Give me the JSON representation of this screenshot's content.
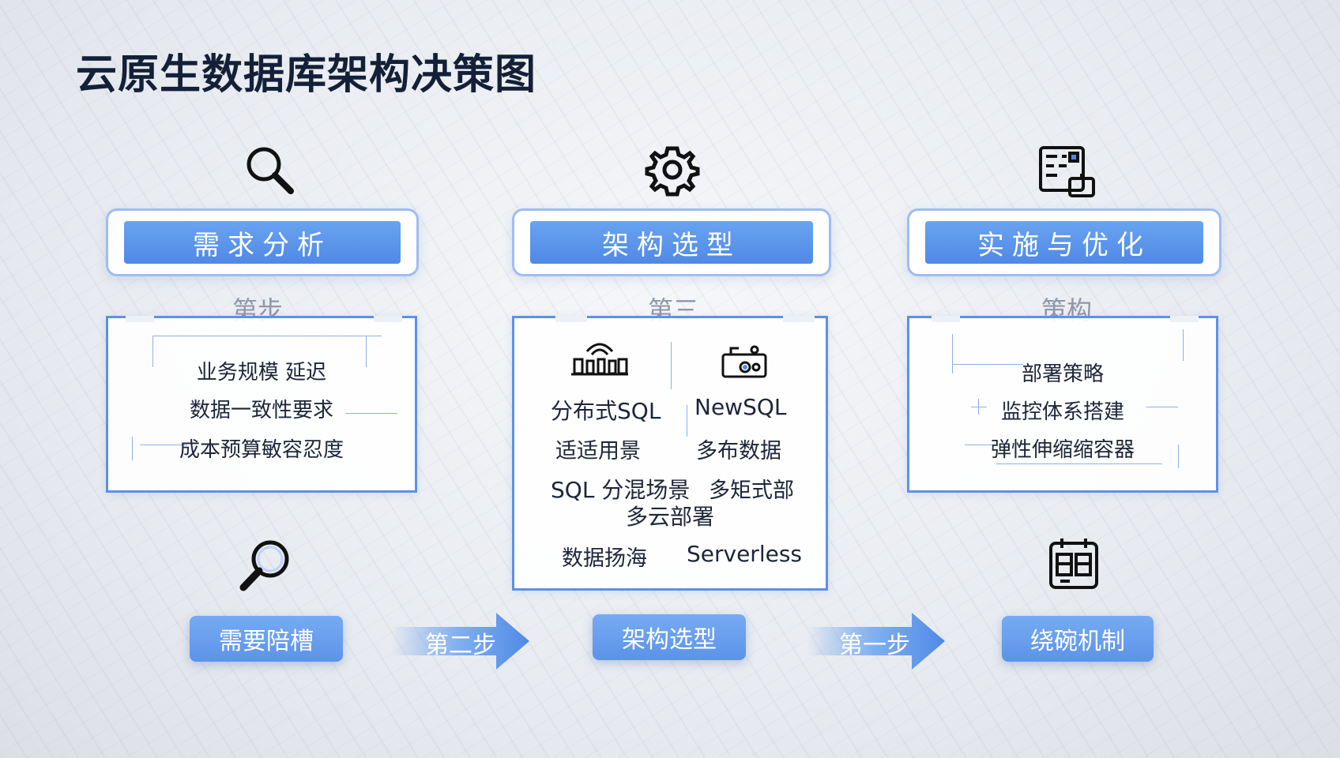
{
  "title": "云原生数据库架构决策图",
  "stages": [
    {
      "header": "需求分析",
      "subtitle": "第步",
      "icon": "magnifier-icon",
      "items": [
        "业务规模 延迟",
        "数据一致性要求",
        "成本预算敏容忍度"
      ]
    },
    {
      "header": "架构选型",
      "subtitle": "第三",
      "icon": "gear-icon",
      "cols": {
        "left": {
          "icon": "distributed-sql-icon",
          "name": "分布式SQL",
          "desc": "适适用景",
          "scene": "SQL 分混场景",
          "extra": "数据扬海"
        },
        "right": {
          "icon": "newsql-icon",
          "name": "NewSQL",
          "desc": "多布数据",
          "scene": "多矩式部",
          "extra": "Serverless"
        }
      },
      "center": "多云部署"
    },
    {
      "header": "实施与优化",
      "subtitle": "策构",
      "icon": "deployment-dashboard-icon",
      "items": [
        "部署策略",
        "监控体系搭建",
        "弹性伸缩缩容器"
      ]
    }
  ],
  "flow": {
    "buttons": [
      "需要陪槽",
      "架构选型",
      "绕碗机制"
    ],
    "arrows": [
      "第二步",
      "第一步"
    ],
    "icons": [
      "magnifier-alt-icon",
      "calendar-board-icon"
    ]
  },
  "colors": {
    "accent": "#5d91e6",
    "header_fill": "#5b95ea",
    "title": "#132038"
  }
}
